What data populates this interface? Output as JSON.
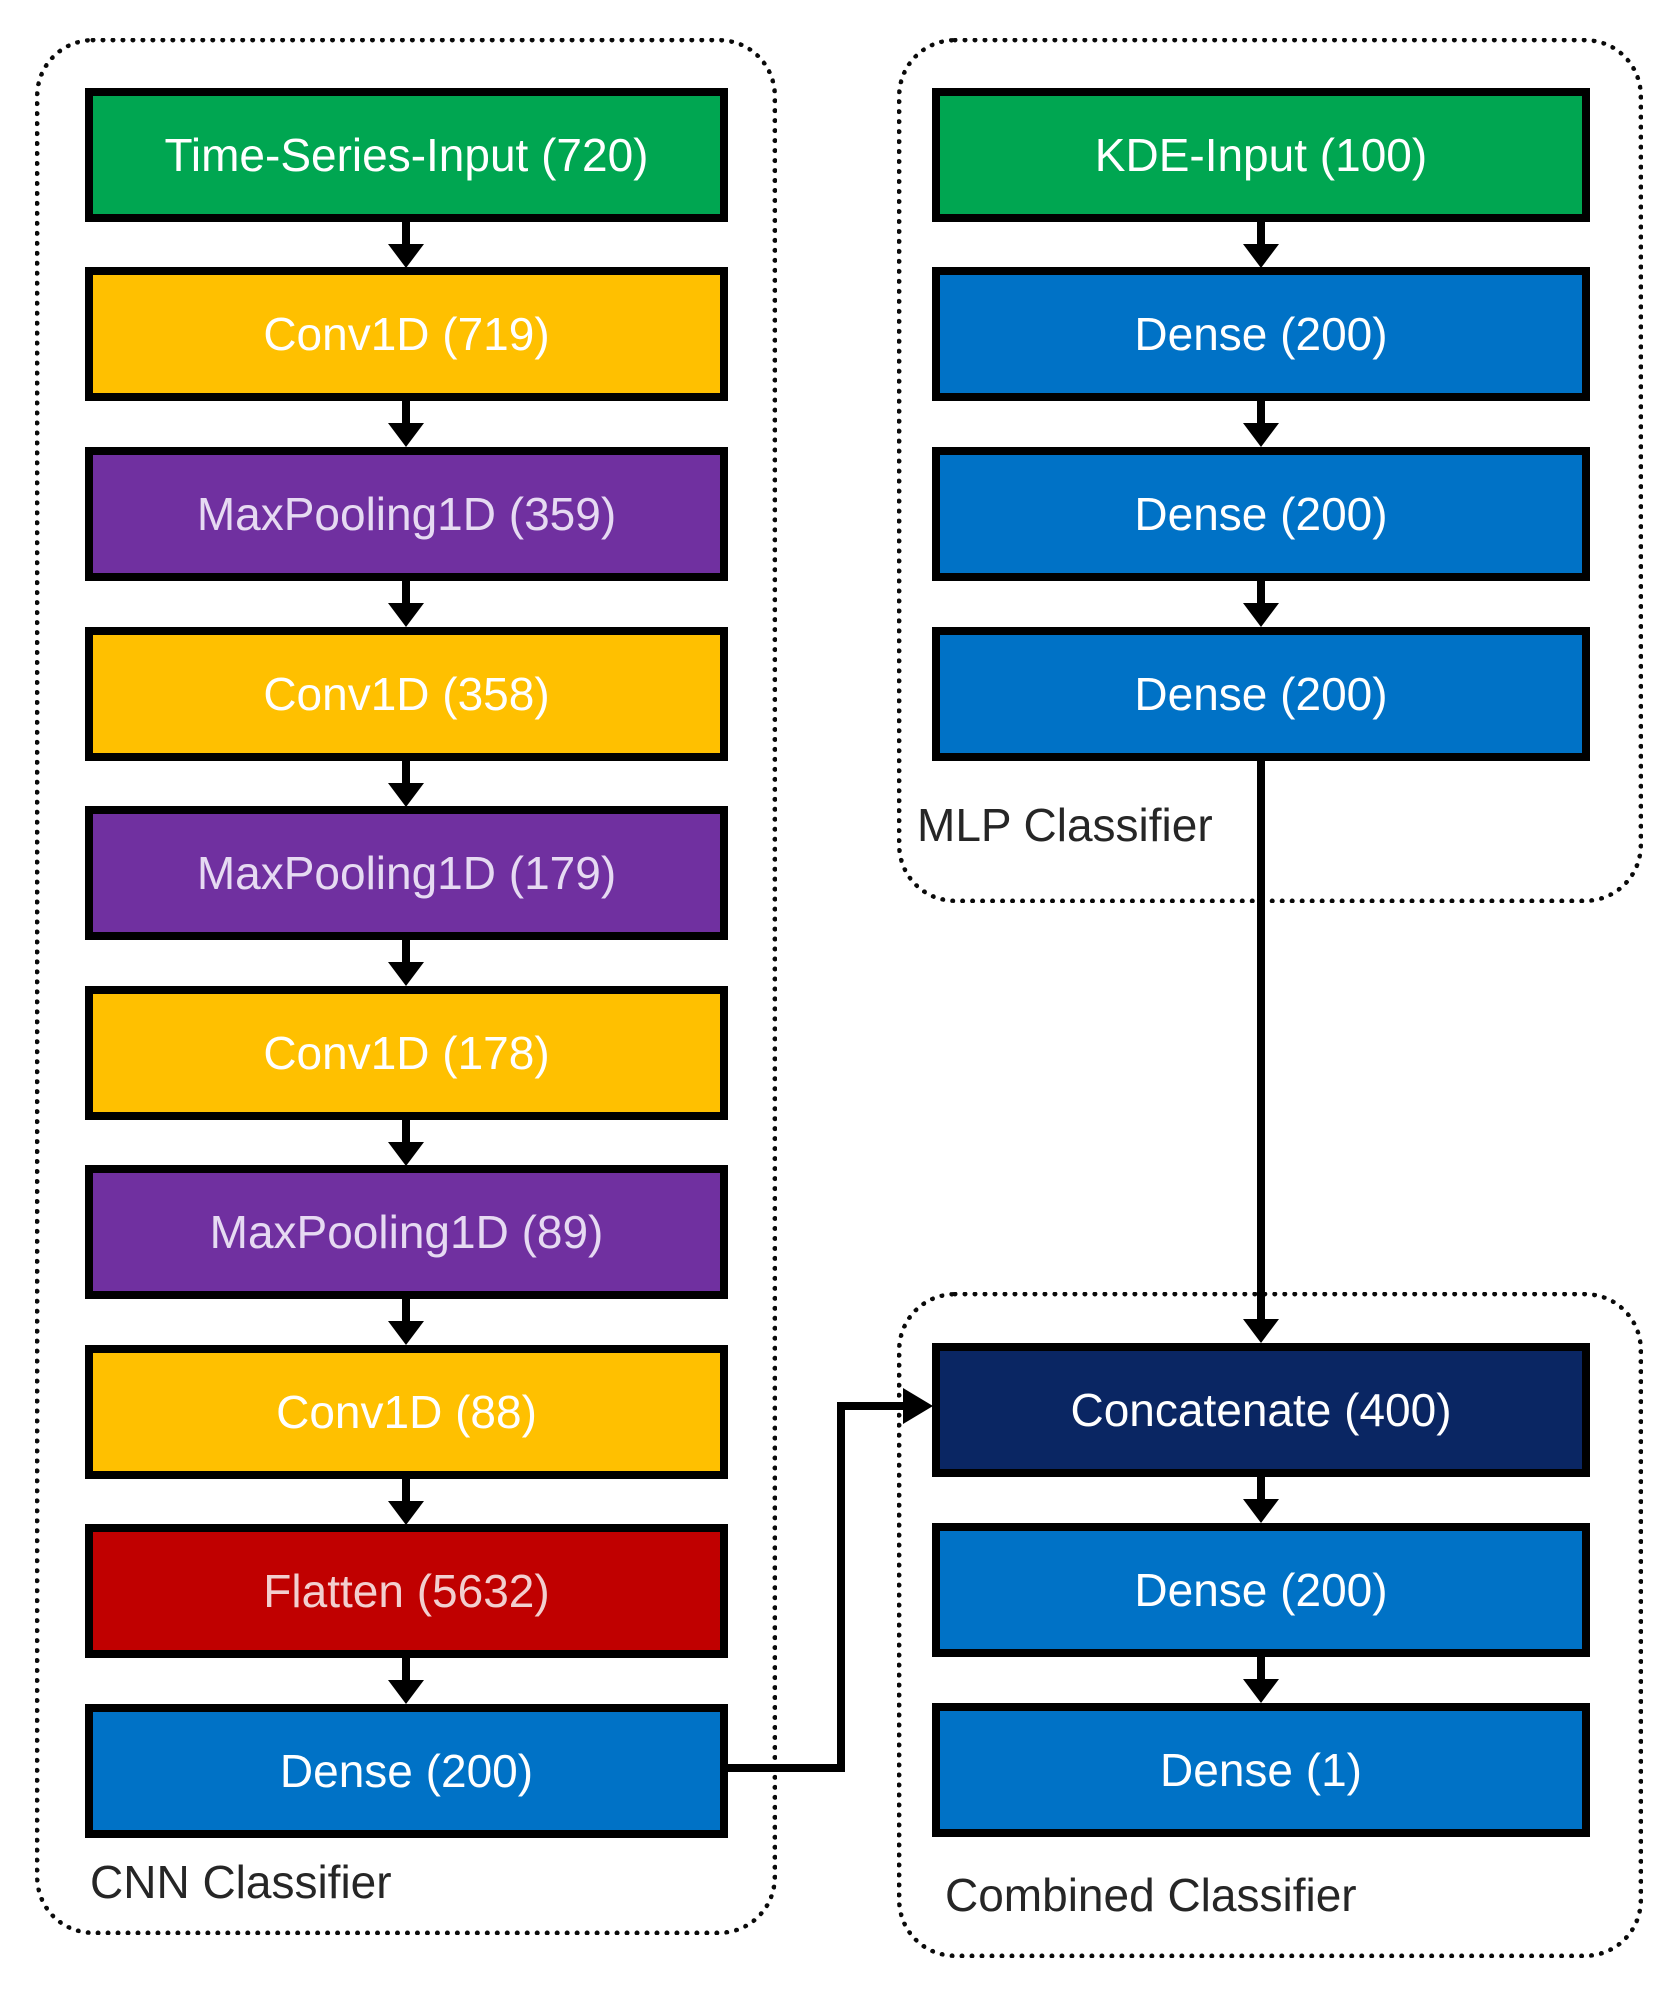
{
  "diagram": {
    "groups": [
      {
        "label": "CNN Classifier",
        "layers": [
          {
            "text": "Time-Series-Input (720)",
            "type": "input"
          },
          {
            "text": "Conv1D (719)",
            "type": "conv"
          },
          {
            "text": "MaxPooling1D (359)",
            "type": "pool"
          },
          {
            "text": "Conv1D (358)",
            "type": "conv"
          },
          {
            "text": "MaxPooling1D (179)",
            "type": "pool"
          },
          {
            "text": "Conv1D (178)",
            "type": "conv"
          },
          {
            "text": "MaxPooling1D (89)",
            "type": "pool"
          },
          {
            "text": "Conv1D (88)",
            "type": "conv"
          },
          {
            "text": "Flatten (5632)",
            "type": "flatten"
          },
          {
            "text": "Dense (200)",
            "type": "dense"
          }
        ]
      },
      {
        "label": "MLP Classifier",
        "layers": [
          {
            "text": "KDE-Input (100)",
            "type": "input"
          },
          {
            "text": "Dense (200)",
            "type": "dense"
          },
          {
            "text": "Dense (200)",
            "type": "dense"
          },
          {
            "text": "Dense (200)",
            "type": "dense"
          }
        ]
      },
      {
        "label": "Combined Classifier",
        "layers": [
          {
            "text": "Concatenate (400)",
            "type": "concat"
          },
          {
            "text": "Dense (200)",
            "type": "dense"
          },
          {
            "text": "Dense (1)",
            "type": "dense"
          }
        ]
      }
    ],
    "connections": [
      {
        "from": "CNN Classifier layers",
        "flow": "sequential top-to-bottom arrows"
      },
      {
        "from": "MLP Classifier layers",
        "flow": "sequential top-to-bottom arrows"
      },
      {
        "from": "Combined Classifier layers",
        "flow": "sequential top-to-bottom arrows"
      },
      {
        "from": "CNN Classifier / Dense (200)",
        "to": "Combined Classifier / Concatenate (400)"
      },
      {
        "from": "MLP Classifier / Dense (200) (last)",
        "to": "Combined Classifier / Concatenate (400)"
      }
    ],
    "colors": {
      "input_green": "#00a651",
      "conv_yellow": "#ffc000",
      "pool_purple": "#7030a0",
      "flatten_red": "#c00000",
      "dense_blue": "#0072c6",
      "concat_navy": "#0a2663",
      "box_border": "#000000",
      "cluster_border": "#0a0a0a",
      "label_text": "#262626",
      "pool_text": "#e6daf2",
      "flatten_text": "#f2cfcf",
      "box_text": "#ffffff"
    }
  }
}
